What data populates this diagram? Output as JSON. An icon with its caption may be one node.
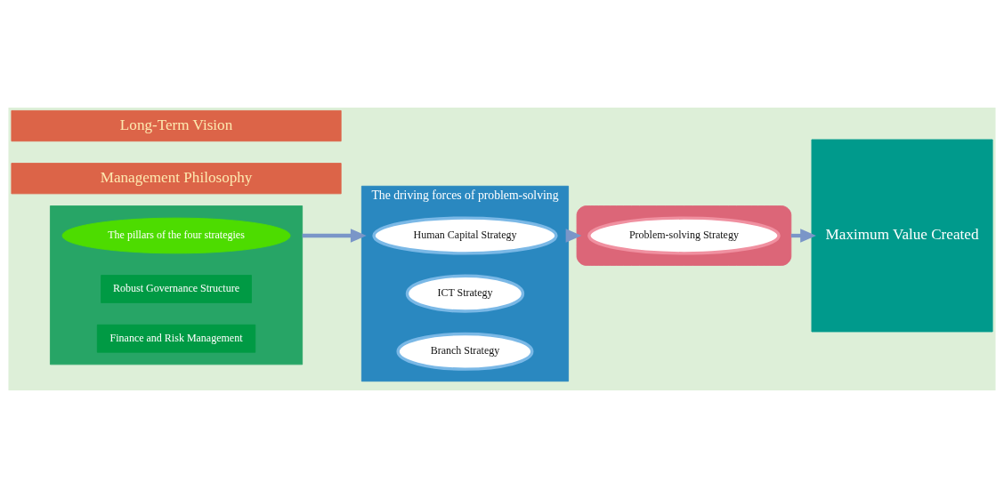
{
  "diagram": {
    "nodes": [
      {
        "text": [],
        "shape": "box"
      },
      {
        "text": [
          "The pillars of the four strategies"
        ],
        "in": 0
      },
      {
        "text": [
          "Robust Governance Structure"
        ],
        "in": 0
      },
      {
        "text": [
          "Finance and Risk Management"
        ],
        "in": 0
      },
      {
        "text": [
          "The driving forces of problem-solving"
        ]
      },
      {
        "text": [
          "Human Capital Strategy"
        ],
        "in": 4
      },
      {
        "text": [
          "ICT Strategy"
        ],
        "in": 4
      },
      {
        "text": [
          "Branch Strategy"
        ],
        "in": 4
      },
      {
        "text": [],
        "shape": "pentagon"
      },
      {
        "text": [
          "Problem-solving Strategy"
        ],
        "in": 8
      },
      {
        "text": [
          "Maximum Value Created"
        ]
      },
      {
        "text": [
          "Management Philosophy"
        ]
      },
      {
        "text": [
          "Long-Term Vision"
        ]
      }
    ],
    "edges": [
      {
        "from": 0,
        "to": 4,
        "arrow": "to"
      },
      {
        "from": 4,
        "to": 8,
        "arrow": "to"
      },
      {
        "from": 8,
        "to": 10,
        "arrow": "to"
      }
    ]
  }
}
